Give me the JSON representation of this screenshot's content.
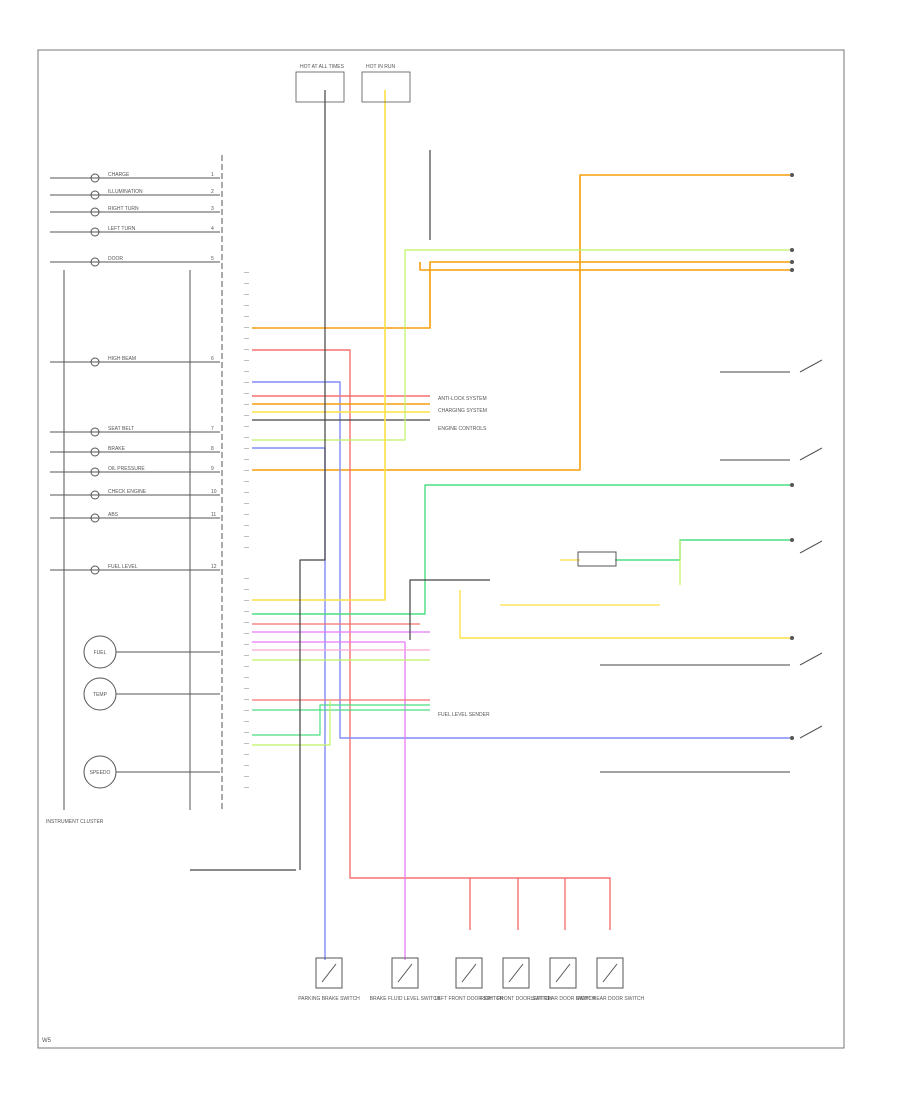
{
  "diagram": {
    "footer_code": "W5",
    "cluster_title": "INSTRUMENT CLUSTER",
    "colors": {
      "orange": "#f59e0b",
      "yellow": "#fde047",
      "red": "#f87171",
      "pink": "#f9a8d4",
      "magenta": "#e879f9",
      "blue": "#818cf8",
      "green": "#4ade80",
      "yellowgreen": "#bef264",
      "purple": "#a78bfa",
      "black": "#444444",
      "frame": "#555555"
    },
    "cluster_items": [
      "CHARGE",
      "ILLUMINATION",
      "RIGHT TURN",
      "LEFT TURN",
      "DOOR",
      "HIGH BEAM",
      "SEAT BELT",
      "BRAKE",
      "OIL PRESSURE",
      "CHECK ENGINE",
      "ABS",
      "FUEL LEVEL"
    ],
    "gauges": [
      "FUEL",
      "TEMP",
      "SPEEDO"
    ],
    "left_switches": [
      "PARKING BRAKE SWITCH",
      "BRAKE FLUID LEVEL SWITCH"
    ],
    "bottom_switches": [
      "LEFT FRONT DOOR SWITCH",
      "RIGHT FRONT DOOR SWITCH",
      "LEFT REAR DOOR SWITCH",
      "RIGHT REAR DOOR SWITCH"
    ],
    "hot_labels": [
      "HOT AT ALL TIMES",
      "HOT IN RUN"
    ],
    "connector_labels": [
      "ANTI-LOCK SYSTEM",
      "CHARGING SYSTEM",
      "ENGINE CONTROLS",
      "FUEL LEVEL SENDER"
    ]
  }
}
